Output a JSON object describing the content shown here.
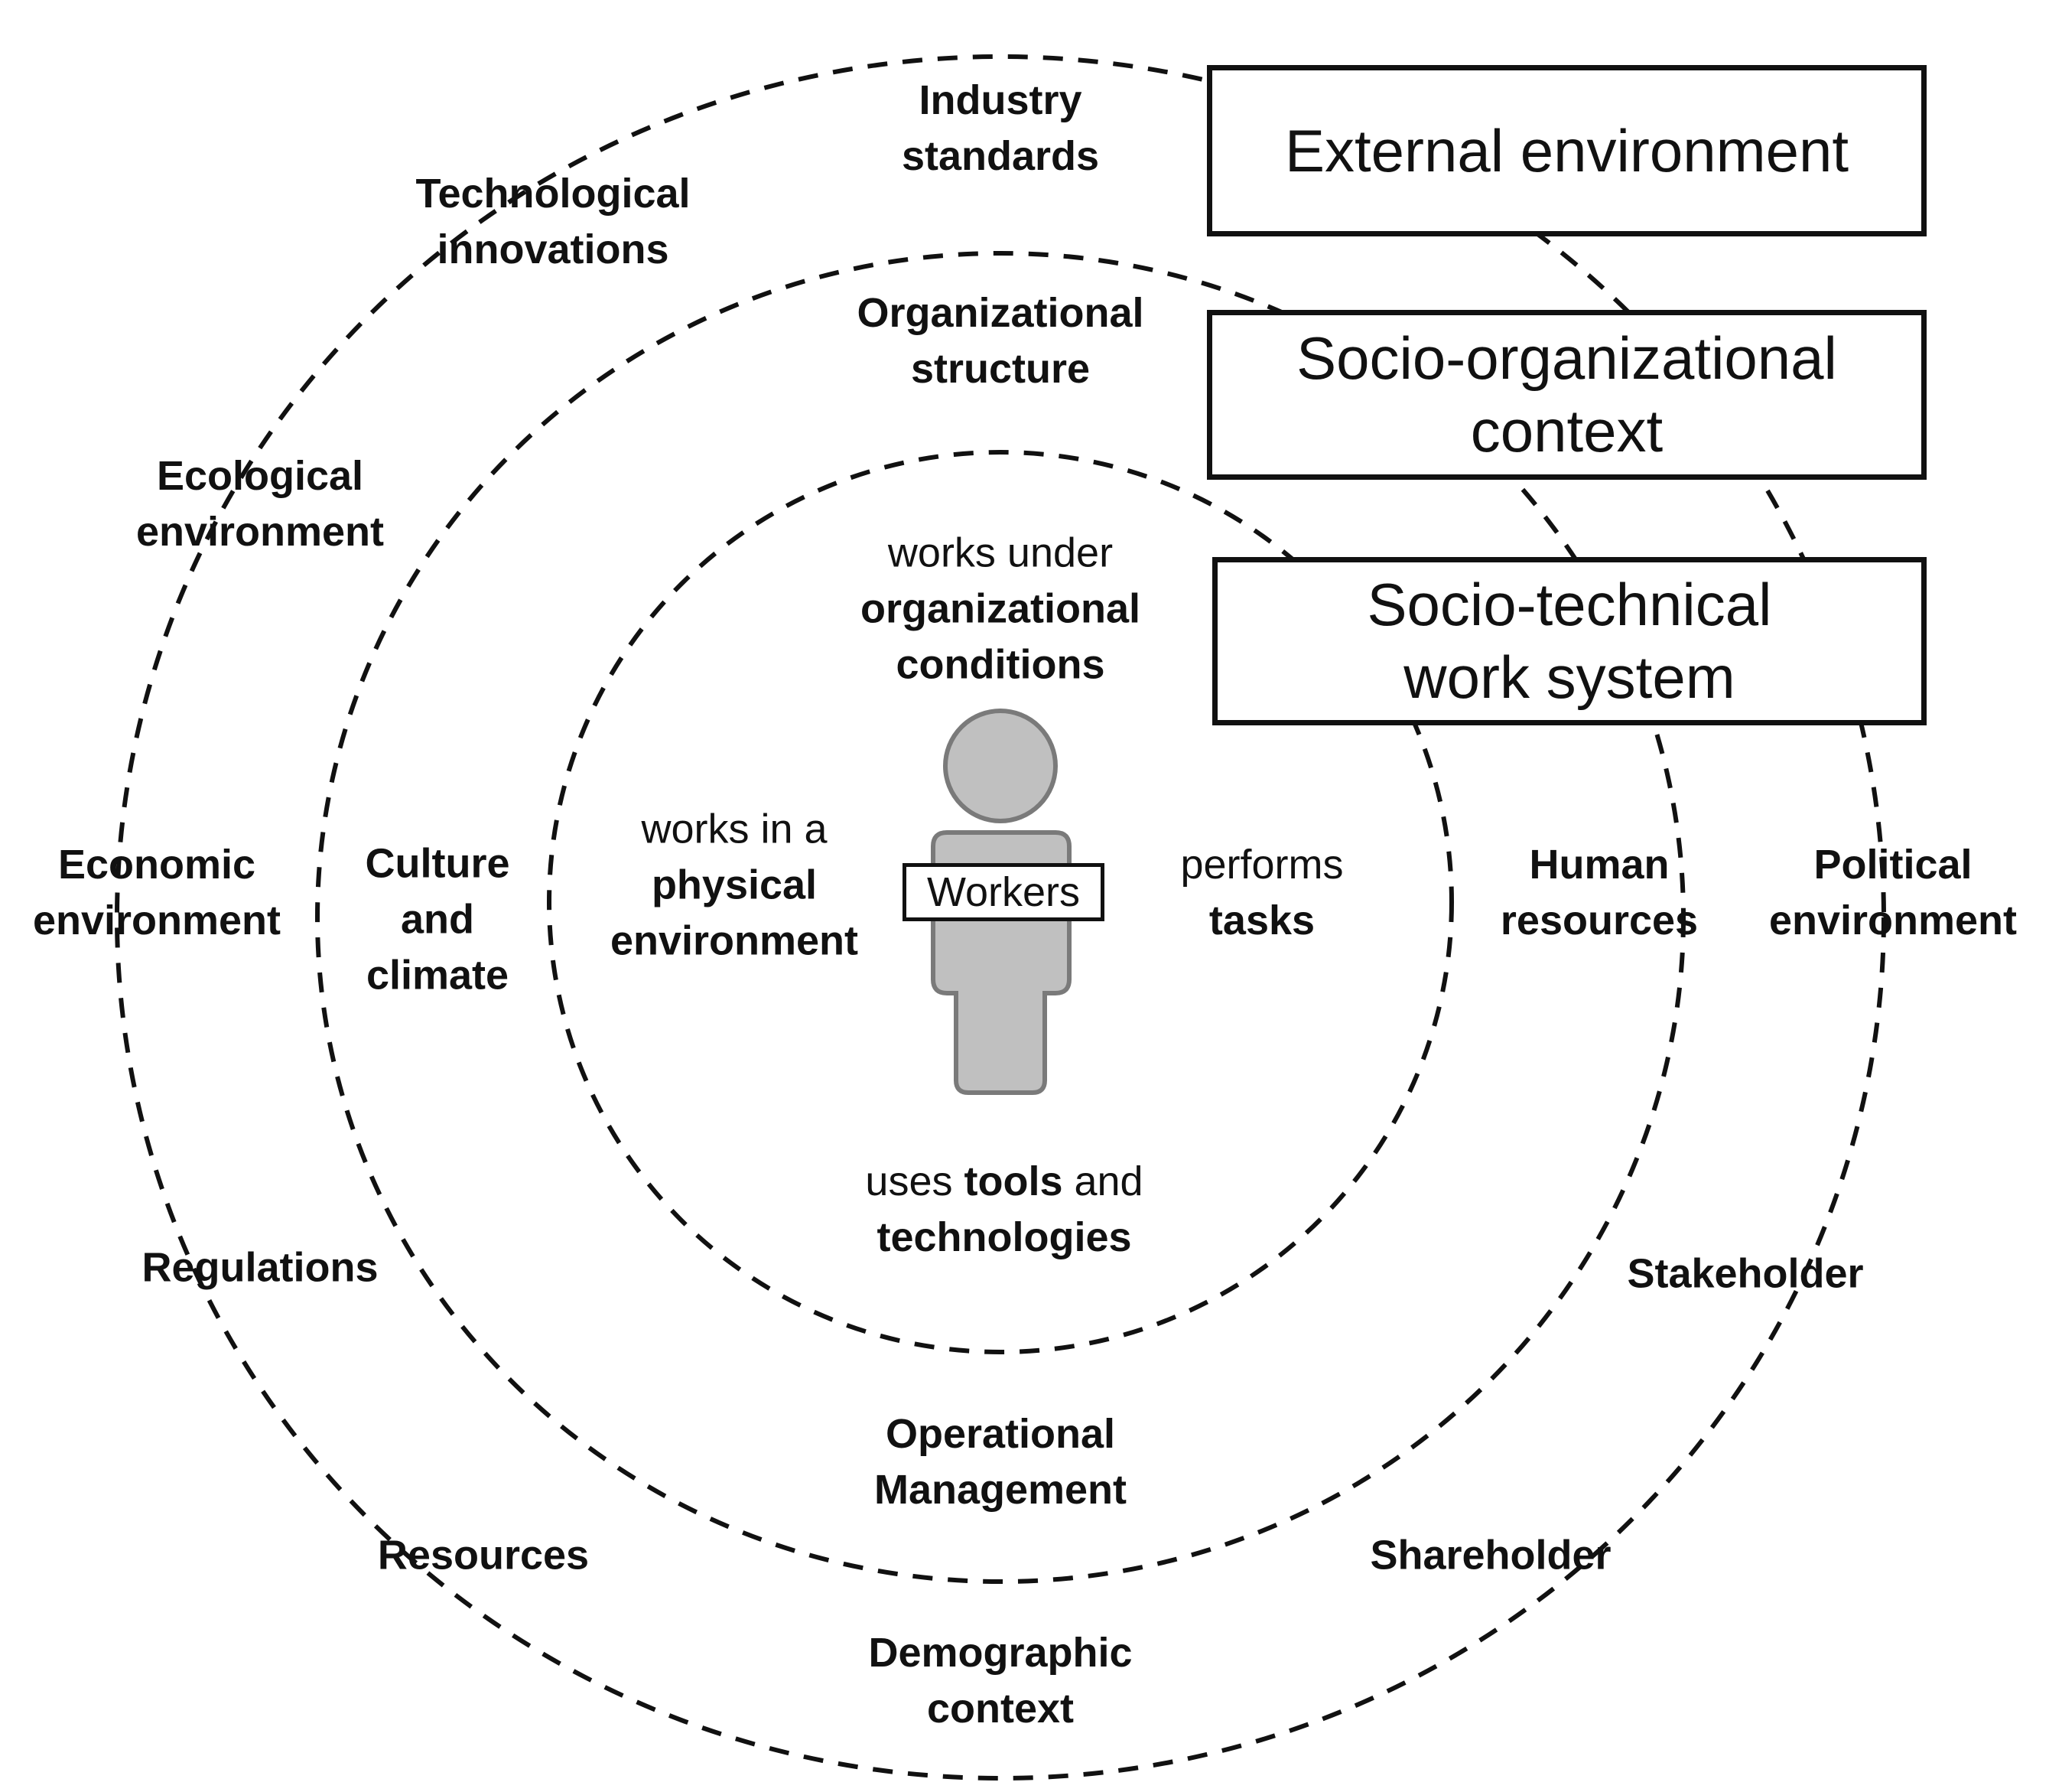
{
  "layers": {
    "external": {
      "title_lines": [
        "External environment"
      ],
      "factors": {
        "industry_standards": [
          "Industry",
          "standards"
        ],
        "technological_innovations": [
          "Technological",
          "innovations"
        ],
        "ecological_environment": [
          "Ecological",
          "environment"
        ],
        "economic_environment": [
          "Economic",
          "environment"
        ],
        "regulations": [
          "Regulations"
        ],
        "resources": [
          "Resources"
        ],
        "demographic_context": [
          "Demographic",
          "context"
        ],
        "shareholder": [
          "Shareholder"
        ],
        "stakeholder": [
          "Stakeholder"
        ],
        "political_environment": [
          "Political",
          "environment"
        ]
      }
    },
    "socio_organizational": {
      "title_lines": [
        "Socio-organizational",
        "context"
      ],
      "factors": {
        "organizational_structure": [
          "Organizational",
          "structure"
        ],
        "culture_and_climate": [
          "Culture",
          "and",
          "climate"
        ],
        "operational_management": [
          "Operational",
          "Management"
        ],
        "human_resources": [
          "Human",
          "resources"
        ]
      }
    },
    "socio_technical": {
      "title_lines": [
        "Socio-technical",
        "work system"
      ],
      "relations": {
        "organizational_conditions": {
          "normal": "works under",
          "bold_lines": [
            "organizational",
            "conditions"
          ]
        },
        "physical_environment": {
          "normal": "works in a",
          "bold_lines": [
            "physical",
            "environment"
          ]
        },
        "tasks": {
          "normal": "performs",
          "bold": "tasks"
        },
        "tools": {
          "normal_1": "uses ",
          "bold_1": "tools",
          "normal_2": " and",
          "bold_2": "technologies"
        }
      }
    }
  },
  "center": {
    "label": "Workers",
    "icon": "person-icon"
  },
  "colors": {
    "stroke": "#111111",
    "figure_fill": "#c0c0c0",
    "figure_stroke": "#7a7a7a",
    "background": "#ffffff"
  }
}
